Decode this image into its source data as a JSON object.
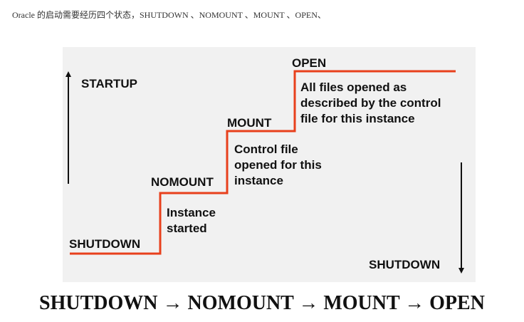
{
  "intro_text": "Oracle 的启动需要经历四个状态，SHUTDOWN 、NOMOUNT 、MOUNT 、OPEN、",
  "diagram": {
    "line_color": "#e8401c",
    "arrow_color": "#111111",
    "startup_label": "STARTUP",
    "shutdown_label": "SHUTDOWN",
    "stages": [
      {
        "name": "SHUTDOWN",
        "description": []
      },
      {
        "name": "NOMOUNT",
        "description": [
          "Instance",
          "started"
        ]
      },
      {
        "name": "MOUNT",
        "description": [
          "Control file",
          "opened for this",
          "instance"
        ]
      },
      {
        "name": "OPEN",
        "description": [
          "All files opened as",
          "described by the control",
          "file for this instance"
        ]
      }
    ]
  },
  "sequence_text": "SHUTDOWN → NOMOUNT → MOUNT → OPEN"
}
